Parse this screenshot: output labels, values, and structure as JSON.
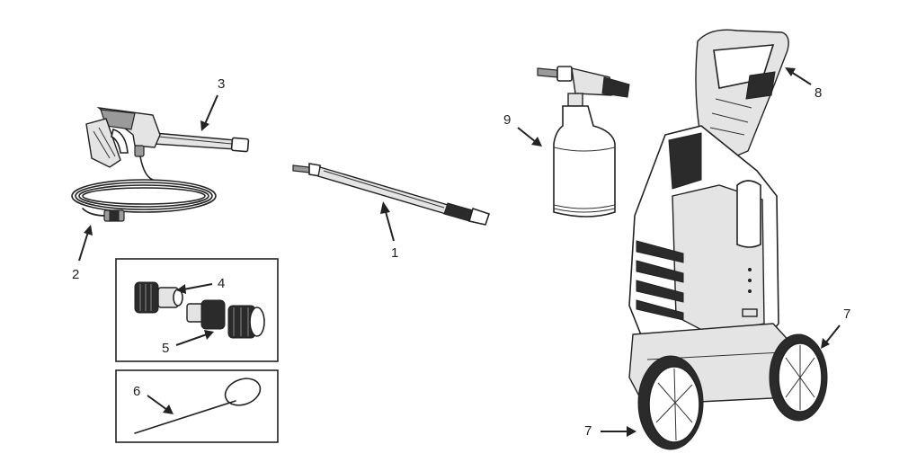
{
  "callouts": {
    "c1": "1",
    "c2": "2",
    "c3": "3",
    "c4": "4",
    "c5": "5",
    "c6": "6",
    "c7a": "7",
    "c7b": "7",
    "c8": "8",
    "c9": "9"
  },
  "colors": {
    "line": "#222222",
    "dark_fill": "#2b2b2b",
    "mid_fill": "#9a9a9a",
    "light_fill": "#e4e4e4",
    "background": "#ffffff"
  }
}
